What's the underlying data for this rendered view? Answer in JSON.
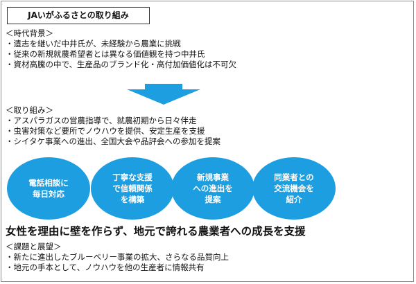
{
  "title": "JAいがふるさとの取り組み",
  "background": {
    "heading": "＜時代背景＞",
    "items": [
      "・遺志を継いだ中井氏が、未経験から農業に挑戦",
      "・従来の新規就農希望者とは異なる価値観を持つ中井氏",
      "・資材高騰の中で、生産品のブランド化・高付加価値化は不可欠"
    ]
  },
  "arrow_color": "#1d9ee0",
  "efforts": {
    "heading": "＜取り組み＞",
    "items": [
      "・アスパラガスの営農指導で、就農初期から日々伴走",
      "・虫害対策など要所でノウハウを提供、安定生産を支援",
      "・シイタケ事業への進出、全国大会や品評会への参加を提案"
    ]
  },
  "circles": [
    "電話相談に\n毎日対応",
    "丁寧な支援\nで信頼関係\nを構築",
    "新規事業\nへの進出を\n提案",
    "同業者との\n交流機会を\n紹介"
  ],
  "circle_color": "#1d9ee0",
  "headline": "女性を理由に壁を作らず、地元で誇れる農業者への成長を支援",
  "outlook": {
    "heading": "＜課題と展望＞",
    "items": [
      "・新たに進出したブルーベリー事業の拡大、さらなる品質向上",
      "・地元の手本として、ノウハウを他の生産者に情報共有"
    ]
  }
}
